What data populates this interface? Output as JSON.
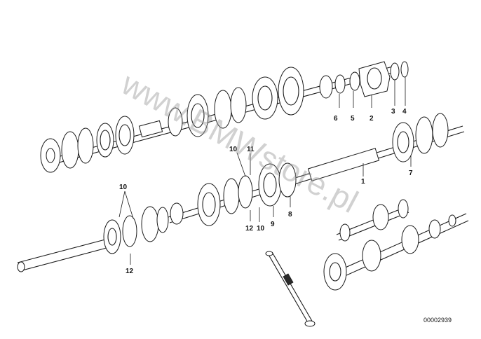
{
  "diagram": {
    "callouts": {
      "c1": "1",
      "c2": "2",
      "c3": "3",
      "c4": "4",
      "c5": "5",
      "c6": "6",
      "c7": "7",
      "c8": "8",
      "c9": "9",
      "c10a": "10",
      "c10b": "10",
      "c10c": "10",
      "c11": "11",
      "c12a": "12",
      "c12b": "12"
    },
    "reference_number": "00002939",
    "watermark": "www.BMWstore.pl"
  }
}
